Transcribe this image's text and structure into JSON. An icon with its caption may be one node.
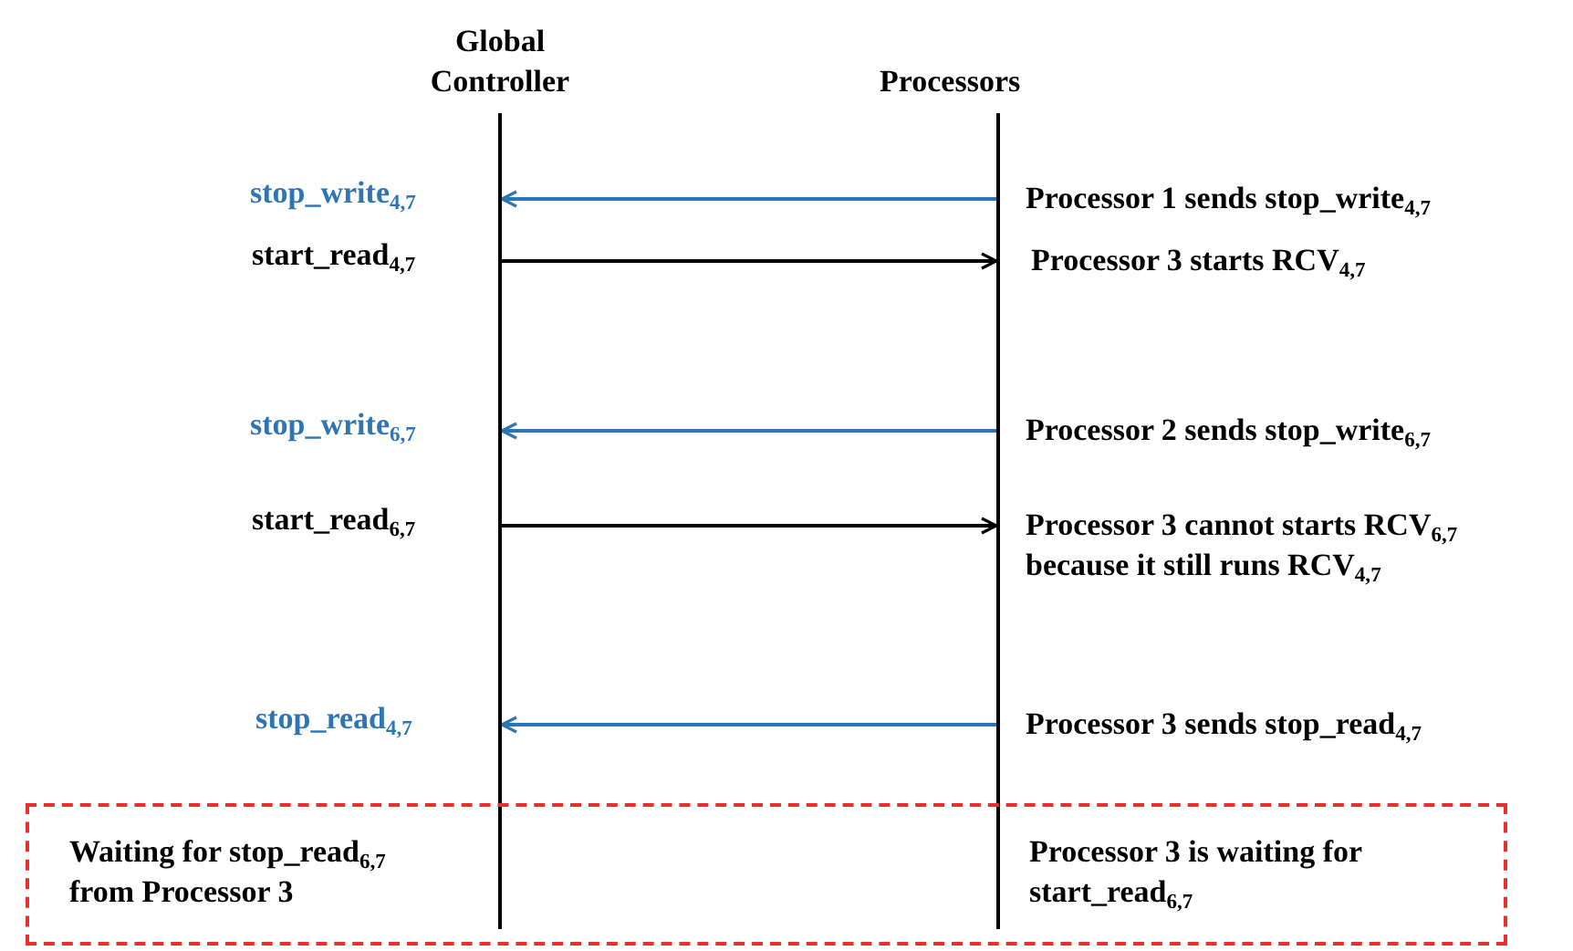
{
  "diagram": {
    "nodes": [
      {
        "text": [
          "Global Controller"
        ]
      },
      {
        "text": [
          "Processors"
        ]
      },
      {
        "text": [
          "Waiting for stop_read$_{6,7}$ from Processor 3",
          "Processor 3 is waiting for start_read$_{6,7}$"
        ]
      }
    ],
    "edges": [
      {
        "from": 1,
        "to": 0,
        "arrow": "to",
        "label": "stop_write$_{4,7}$"
      },
      {
        "from": 0,
        "to": 1,
        "arrow": "to",
        "label": "start_read$_{4,7}$",
        "color": "#000000"
      },
      {
        "from": 1,
        "to": 0,
        "arrow": "to",
        "label": "stop_write$_{6,7}$"
      },
      {
        "from": 0,
        "to": 1,
        "arrow": "to",
        "label": "start_read$_{6,7}$",
        "color": "#000000"
      },
      {
        "from": 1,
        "to": 0,
        "arrow": "to",
        "label": "stop_read$_{4,7}$"
      }
    ],
    "labels": [
      "Processor 1 sends stop_write$_{4,7}$",
      "Processor 3 starts RCV$_{4,7}$",
      "Processor 2 sends stop_write$_{6,7}$",
      "Processor 3 cannot starts RCV$_{6,7}$ because it still runs RCV$_{4,7}$",
      "Processor 3 sends stop_read$_{4,7}$"
    ]
  }
}
